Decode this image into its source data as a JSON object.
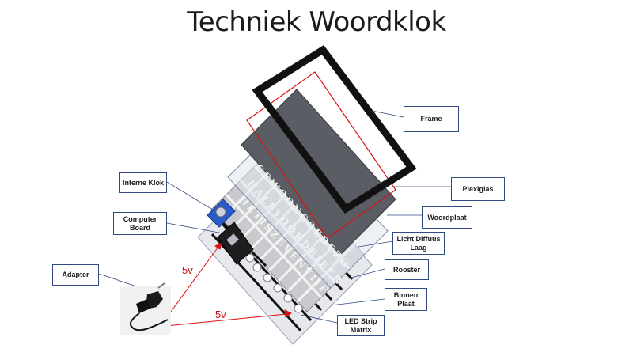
{
  "title": "Techniek Woordklok",
  "labels": {
    "frame": "Frame",
    "plexiglas": "Plexiglas",
    "woordplaat": "Woordplaat",
    "diffuus_line1": "Licht Diffuus",
    "diffuus_line2": "Laag",
    "rooster": "Rooster",
    "binnen_line1": "Binnen",
    "binnen_line2": "Plaat",
    "led_line1": "LED Strip",
    "led_line2": "Matrix",
    "klok": "Interne Klok",
    "computer_line1": "Computer",
    "computer_line2": "Board",
    "adapter": "Adapter"
  },
  "voltage": [
    "5v",
    "5v"
  ],
  "wordplate_rows": [
    "GEWOONGOEDEZO",
    "HALFVOORDRIEER",
    "HETISZEVENVIJF"
  ],
  "colors": {
    "callout_border": "#2f4b80",
    "arrow": "#dd1111",
    "plate": "#5a5d63"
  }
}
